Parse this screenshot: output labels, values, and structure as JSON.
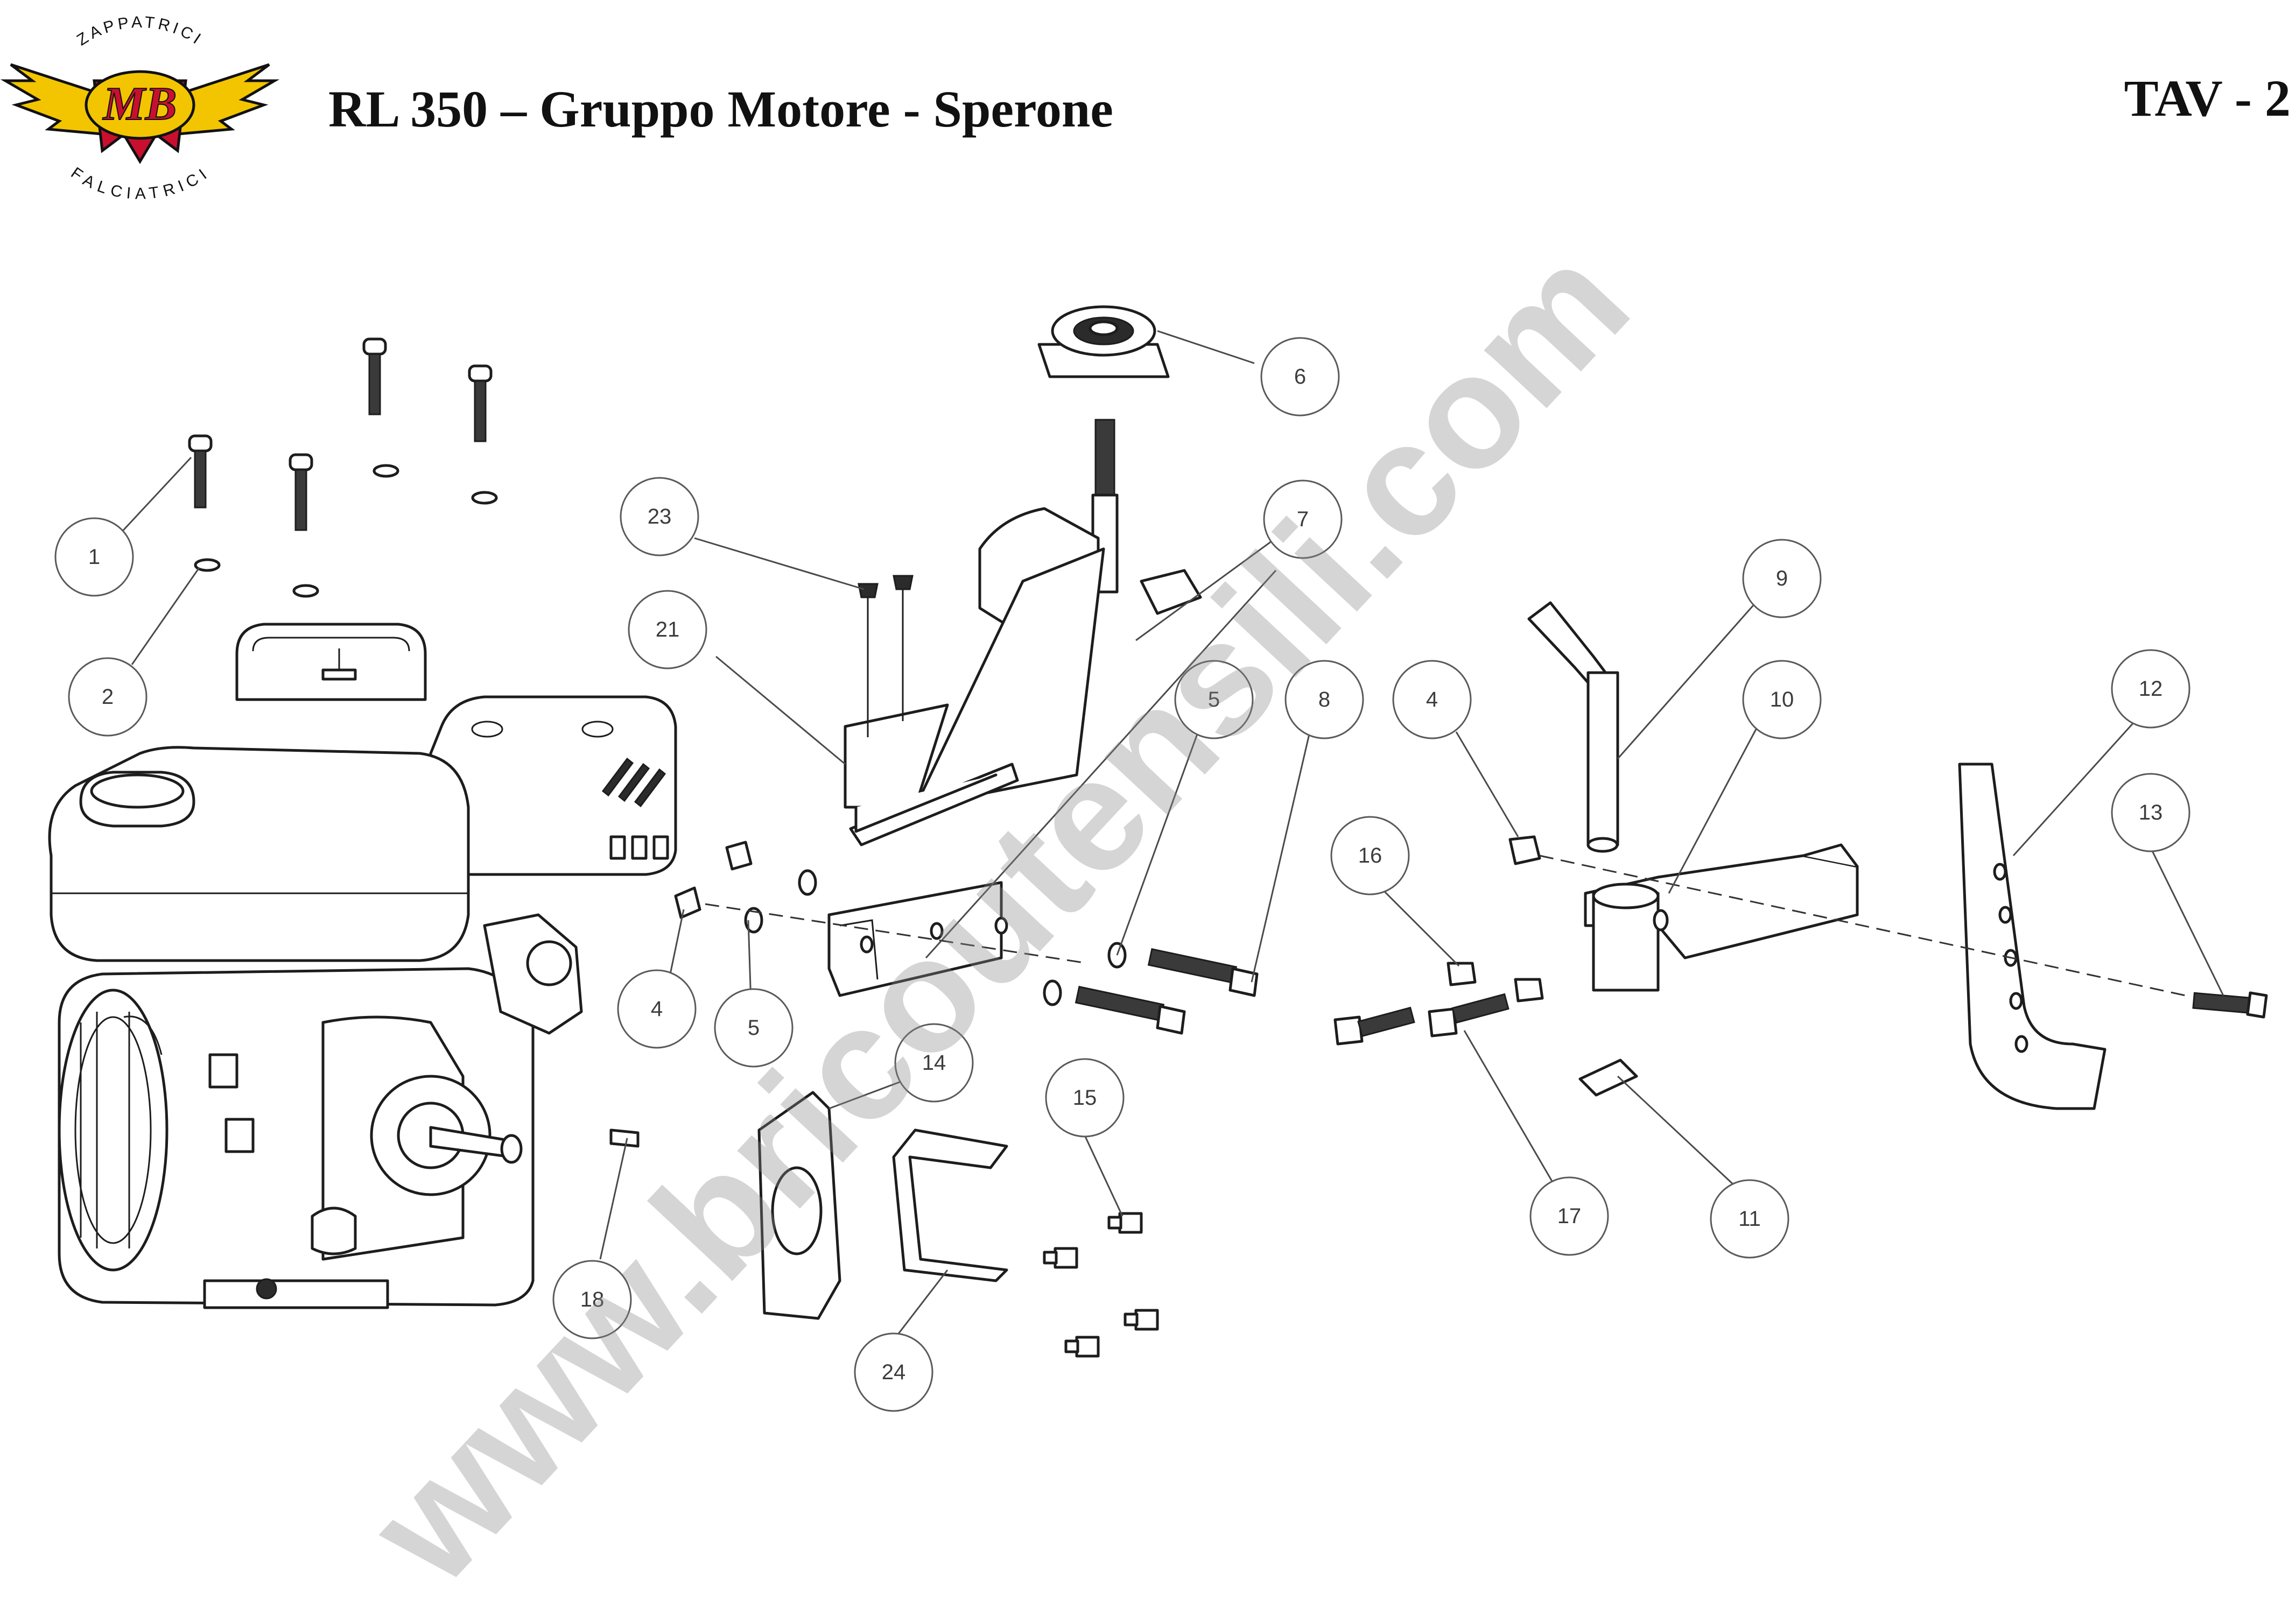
{
  "header": {
    "title": "RL 350 – Gruppo Motore - Sperone",
    "sheet": "TAV - 2"
  },
  "logo": {
    "top_text": "ZAPPATRICI",
    "mark": "MB",
    "bottom_text": "FALCIATRICI",
    "colors": {
      "wings": "#f2c500",
      "mark": "#c8102e",
      "outline": "#111111"
    }
  },
  "watermark": {
    "text": "www.bricoutensili.com"
  },
  "callouts": [
    "1",
    "2",
    "4",
    "4",
    "5",
    "5",
    "6",
    "7",
    "8",
    "9",
    "10",
    "11",
    "12",
    "13",
    "14",
    "15",
    "16",
    "17",
    "18",
    "21",
    "23",
    "24"
  ]
}
